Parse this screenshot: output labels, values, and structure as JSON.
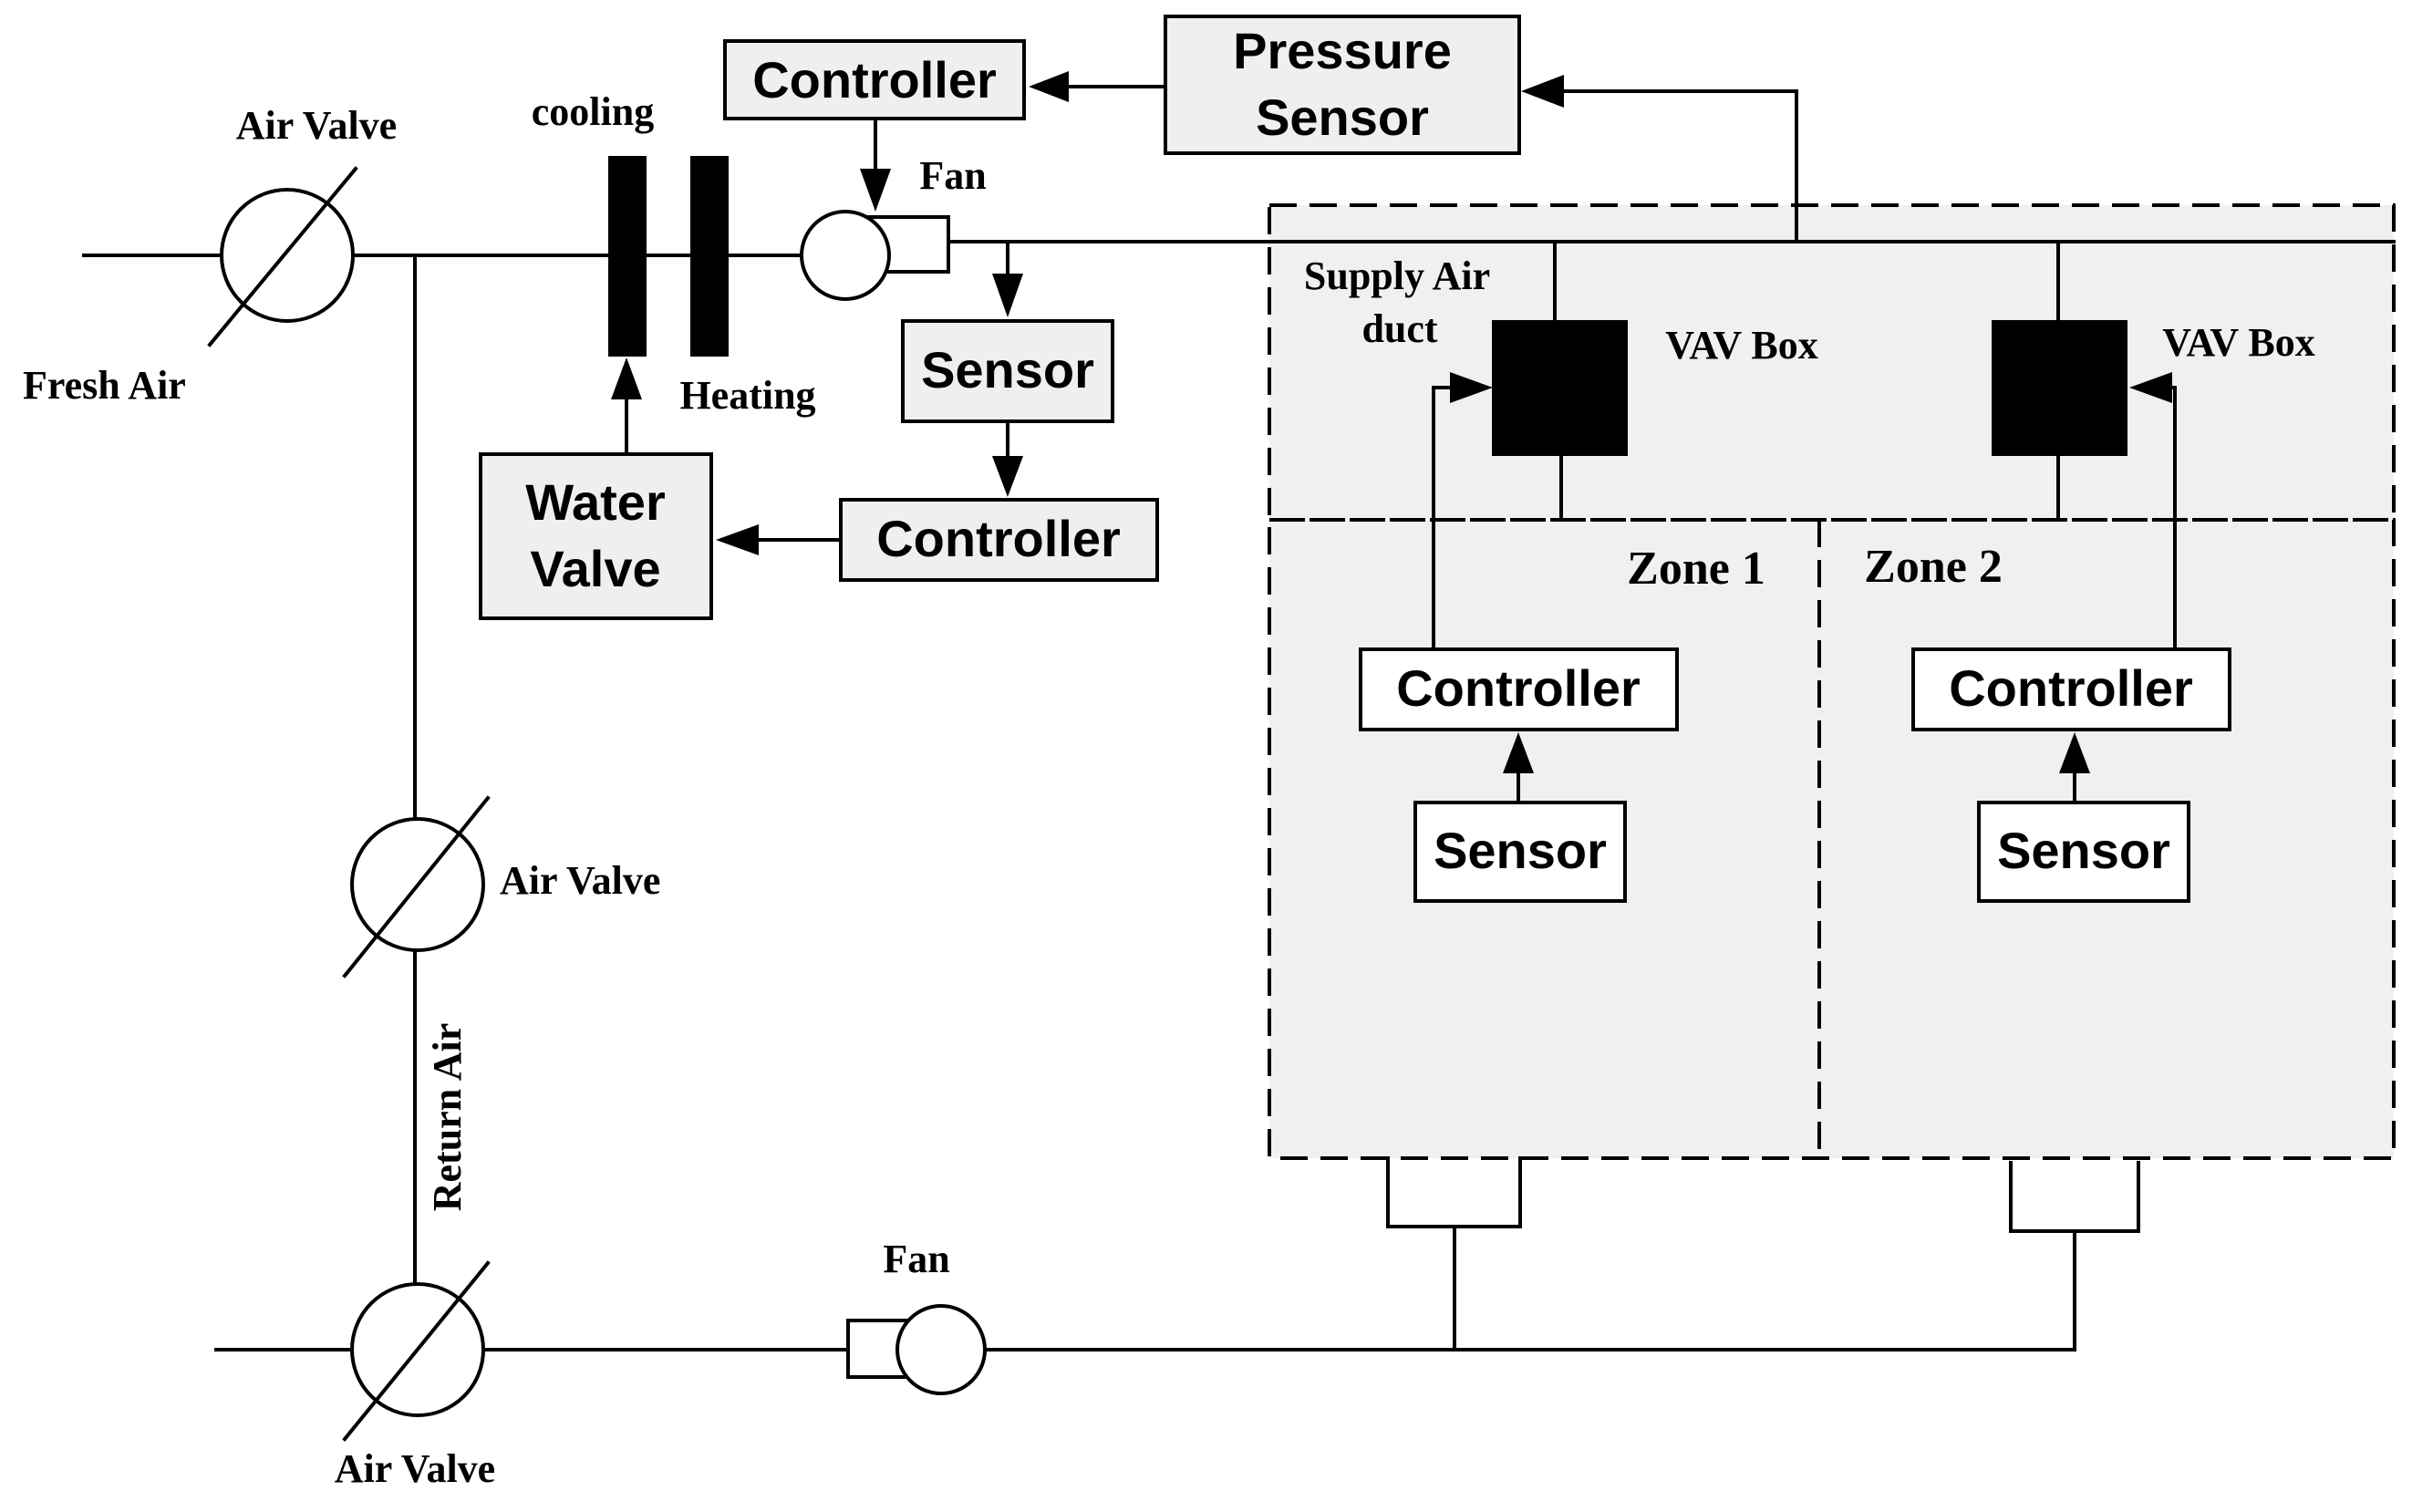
{
  "labels": {
    "air_valve_fresh": "Air Valve",
    "fresh_air": "Fresh Air",
    "cooling": "cooling",
    "heating": "Heating",
    "fan_supply": "Fan",
    "controller_fan": "Controller",
    "pressure_sensor_line1": "Pressure",
    "pressure_sensor_line2": "Sensor",
    "sensor_supply": "Sensor",
    "controller_temp": "Controller",
    "water_valve_line1": "Water",
    "water_valve_line2": "Valve",
    "supply_duct_line1": "Supply Air",
    "supply_duct_line2": "duct",
    "vav_box_1": "VAV Box",
    "vav_box_2": "VAV Box",
    "zone_1": "Zone 1",
    "zone_2": "Zone 2",
    "zone1_controller": "Controller",
    "zone1_sensor": "Sensor",
    "zone2_controller": "Controller",
    "zone2_sensor": "Sensor",
    "air_valve_mid": "Air Valve",
    "return_air": "Return Air",
    "fan_return": "Fan",
    "air_valve_bottom": "Air Valve"
  }
}
